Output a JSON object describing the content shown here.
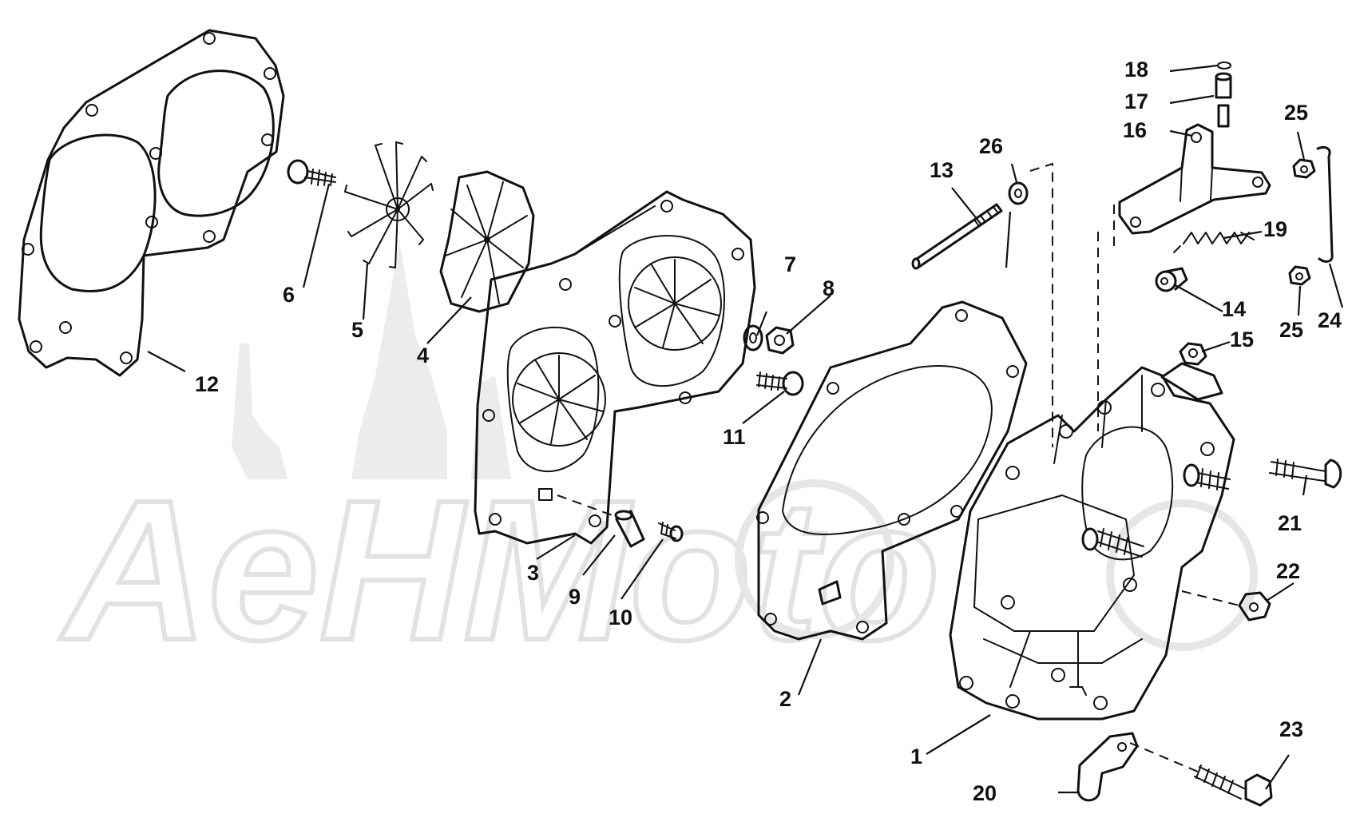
{
  "watermark": {
    "text": "AeHMoto"
  },
  "callouts": [
    {
      "n": "1"
    },
    {
      "n": "2"
    },
    {
      "n": "3"
    },
    {
      "n": "4"
    },
    {
      "n": "5"
    },
    {
      "n": "6"
    },
    {
      "n": "7"
    },
    {
      "n": "8"
    },
    {
      "n": "9"
    },
    {
      "n": "10"
    },
    {
      "n": "11"
    },
    {
      "n": "12"
    },
    {
      "n": "13"
    },
    {
      "n": "14"
    },
    {
      "n": "15"
    },
    {
      "n": "16"
    },
    {
      "n": "17"
    },
    {
      "n": "18"
    },
    {
      "n": "19"
    },
    {
      "n": "20"
    },
    {
      "n": "21"
    },
    {
      "n": "22"
    },
    {
      "n": "23"
    },
    {
      "n": "24"
    },
    {
      "n": "25"
    },
    {
      "n": "25"
    },
    {
      "n": "26"
    }
  ]
}
